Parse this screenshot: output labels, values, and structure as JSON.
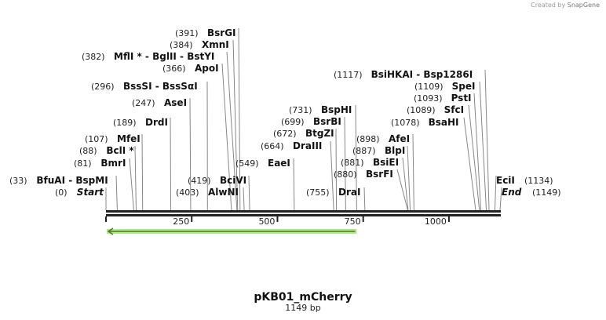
{
  "credit": {
    "prefix": "Created by",
    "brand": "SnapGene"
  },
  "map": {
    "title": "pKB01_mCherry",
    "length_label": "1149 bp",
    "length": 1149,
    "ticks": [
      250,
      500,
      750,
      1000
    ],
    "feature_arrow": {
      "start": 0,
      "end": 731,
      "direction": "reverse",
      "color": "#b5e98a"
    },
    "sites": [
      {
        "pos": 391,
        "pos_label": "(391)",
        "name": "BsrGI"
      },
      {
        "pos": 384,
        "pos_label": "(384)",
        "name": "XmnI"
      },
      {
        "pos": 382,
        "pos_label": "(382)",
        "name": "MflI * - BglII  - BstYI"
      },
      {
        "pos": 366,
        "pos_label": "(366)",
        "name": "ApoI"
      },
      {
        "pos": 296,
        "pos_label": "(296)",
        "name": "BssSI  - BssSαI"
      },
      {
        "pos": 247,
        "pos_label": "(247)",
        "name": "AseI"
      },
      {
        "pos": 189,
        "pos_label": "(189)",
        "name": "DrdI"
      },
      {
        "pos": 107,
        "pos_label": "(107)",
        "name": "MfeI"
      },
      {
        "pos": 88,
        "pos_label": "(88)",
        "name": "BclI *"
      },
      {
        "pos": 81,
        "pos_label": "(81)",
        "name": "BmrI"
      },
      {
        "pos": 33,
        "pos_label": "(33)",
        "name": "BfuAI  - BspMI"
      },
      {
        "pos": 0,
        "pos_label": "(0)",
        "name": "Start",
        "italic": true
      },
      {
        "pos": 419,
        "pos_label": "(419)",
        "name": "BciVI"
      },
      {
        "pos": 403,
        "pos_label": "(403)",
        "name": "AlwNI"
      },
      {
        "pos": 549,
        "pos_label": "(549)",
        "name": "EaeI"
      },
      {
        "pos": 664,
        "pos_label": "(664)",
        "name": "DraIII"
      },
      {
        "pos": 672,
        "pos_label": "(672)",
        "name": "BtgZI"
      },
      {
        "pos": 699,
        "pos_label": "(699)",
        "name": "BsrBI"
      },
      {
        "pos": 731,
        "pos_label": "(731)",
        "name": "BspHI"
      },
      {
        "pos": 755,
        "pos_label": "(755)",
        "name": "DraI"
      },
      {
        "pos": 880,
        "pos_label": "(880)",
        "name": "BsrFI"
      },
      {
        "pos": 881,
        "pos_label": "(881)",
        "name": "BsiEI"
      },
      {
        "pos": 887,
        "pos_label": "(887)",
        "name": "BlpI"
      },
      {
        "pos": 898,
        "pos_label": "(898)",
        "name": "AfeI"
      },
      {
        "pos": 1078,
        "pos_label": "(1078)",
        "name": "BsaHI"
      },
      {
        "pos": 1089,
        "pos_label": "(1089)",
        "name": "SfcI"
      },
      {
        "pos": 1093,
        "pos_label": "(1093)",
        "name": "PstI"
      },
      {
        "pos": 1109,
        "pos_label": "(1109)",
        "name": "SpeI"
      },
      {
        "pos": 1117,
        "pos_label": "(1117)",
        "name": "BsiHKAI  - Bsp1286I"
      },
      {
        "pos": 1134,
        "pos_label": "(1134)",
        "name": "EciI",
        "right": true
      },
      {
        "pos": 1149,
        "pos_label": "(1149)",
        "name": "End",
        "italic": true,
        "right": true
      }
    ]
  }
}
